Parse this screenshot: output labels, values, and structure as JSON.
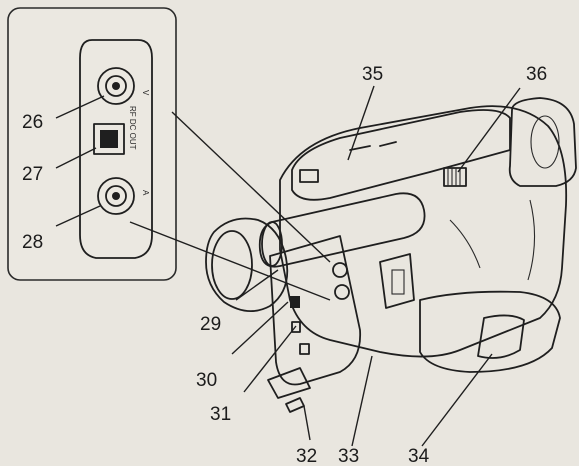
{
  "callouts": {
    "c26": "26",
    "c27": "27",
    "c28": "28",
    "c29": "29",
    "c30": "30",
    "c31": "31",
    "c32": "32",
    "c33": "33",
    "c34": "34",
    "c35": "35",
    "c36": "36"
  },
  "inset": {
    "jack_v": "V",
    "jack_dc": "RF DC OUT",
    "jack_a": "A"
  }
}
